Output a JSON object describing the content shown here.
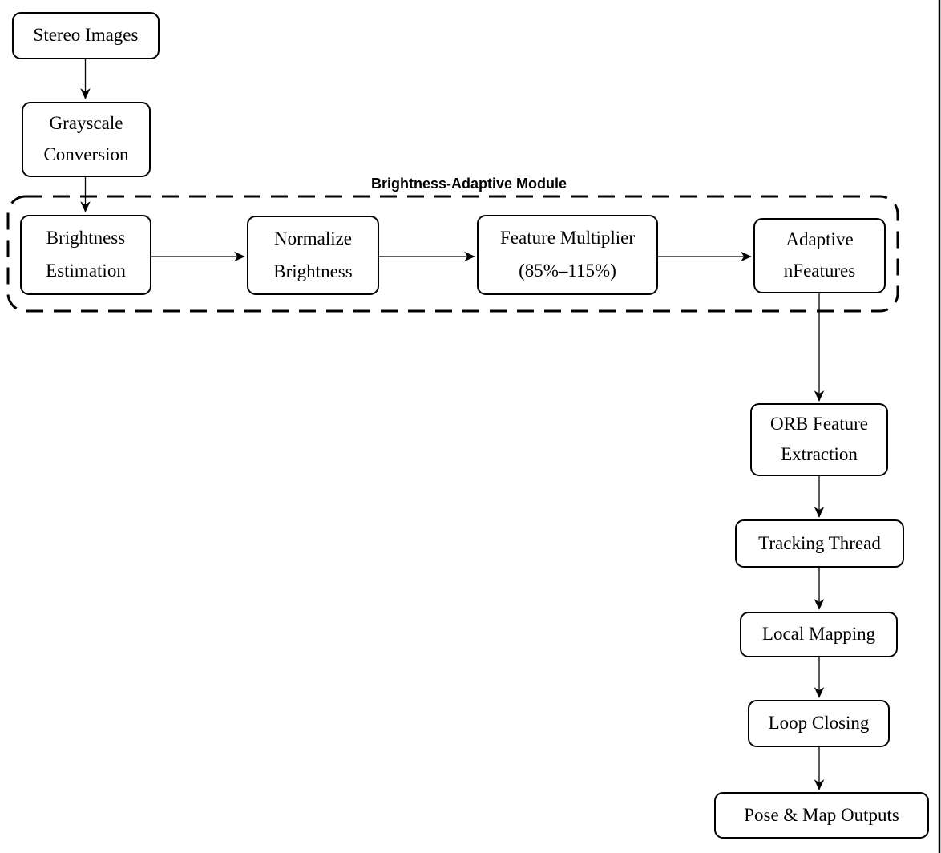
{
  "diagram": {
    "type": "flowchart",
    "module": {
      "title": "Brightness-Adaptive Module"
    },
    "nodes": {
      "stereo": {
        "lines": [
          "Stereo Images"
        ]
      },
      "grayscale": {
        "lines": [
          "Grayscale",
          "Conversion"
        ]
      },
      "brightness_estimation": {
        "lines": [
          "Brightness",
          "Estimation"
        ]
      },
      "normalize_brightness": {
        "lines": [
          "Normalize",
          "Brightness"
        ]
      },
      "feature_multiplier": {
        "lines": [
          "Feature Multiplier",
          "(85%–115%)"
        ]
      },
      "adaptive_nfeatures": {
        "lines": [
          "Adaptive",
          "nFeatures"
        ]
      },
      "orb_feature_extraction": {
        "lines": [
          "ORB Feature",
          "Extraction"
        ]
      },
      "tracking_thread": {
        "lines": [
          "Tracking Thread"
        ]
      },
      "local_mapping": {
        "lines": [
          "Local Mapping"
        ]
      },
      "loop_closing": {
        "lines": [
          "Loop Closing"
        ]
      },
      "pose_map_outputs": {
        "lines": [
          "Pose & Map Outputs"
        ]
      }
    },
    "edges": [
      {
        "from": "stereo",
        "to": "grayscale"
      },
      {
        "from": "grayscale",
        "to": "brightness_estimation"
      },
      {
        "from": "brightness_estimation",
        "to": "normalize_brightness"
      },
      {
        "from": "normalize_brightness",
        "to": "feature_multiplier"
      },
      {
        "from": "feature_multiplier",
        "to": "adaptive_nfeatures"
      },
      {
        "from": "adaptive_nfeatures",
        "to": "orb_feature_extraction"
      },
      {
        "from": "orb_feature_extraction",
        "to": "tracking_thread"
      },
      {
        "from": "tracking_thread",
        "to": "local_mapping"
      },
      {
        "from": "local_mapping",
        "to": "loop_closing"
      },
      {
        "from": "loop_closing",
        "to": "pose_map_outputs"
      }
    ],
    "module_members": [
      "brightness_estimation",
      "normalize_brightness",
      "feature_multiplier",
      "adaptive_nfeatures"
    ],
    "colors": {
      "stroke": "#000000",
      "background": "#ffffff",
      "text": "#000000"
    }
  }
}
